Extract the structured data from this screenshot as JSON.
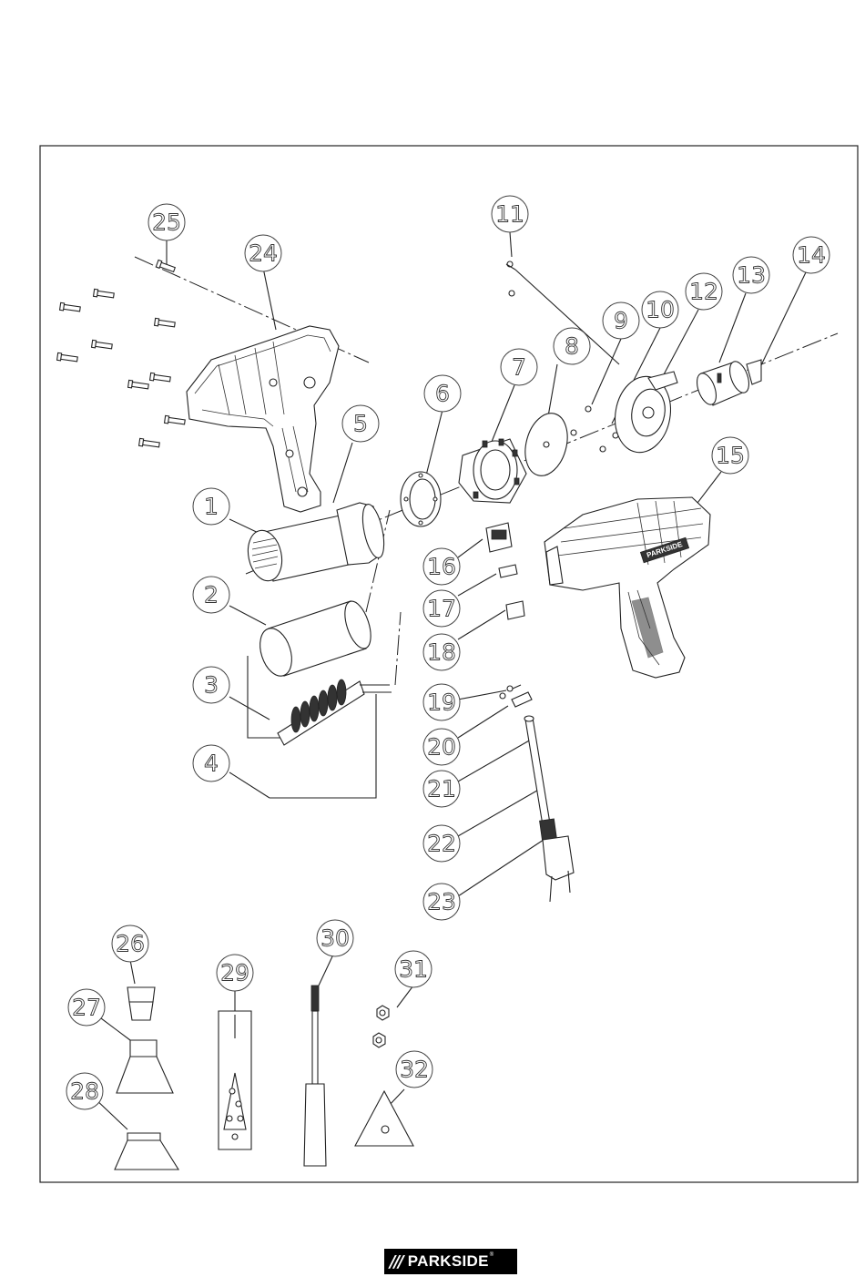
{
  "diagram": {
    "parts": [
      "1",
      "2",
      "3",
      "4",
      "5",
      "6",
      "7",
      "8",
      "9",
      "10",
      "11",
      "12",
      "13",
      "14",
      "15",
      "16",
      "17",
      "18",
      "19",
      "20",
      "21",
      "22",
      "23",
      "24",
      "25",
      "26",
      "27",
      "28",
      "29",
      "30",
      "31",
      "32"
    ]
  },
  "brand": {
    "name": "PARKSIDE",
    "mark": "///",
    "registered": "®"
  }
}
